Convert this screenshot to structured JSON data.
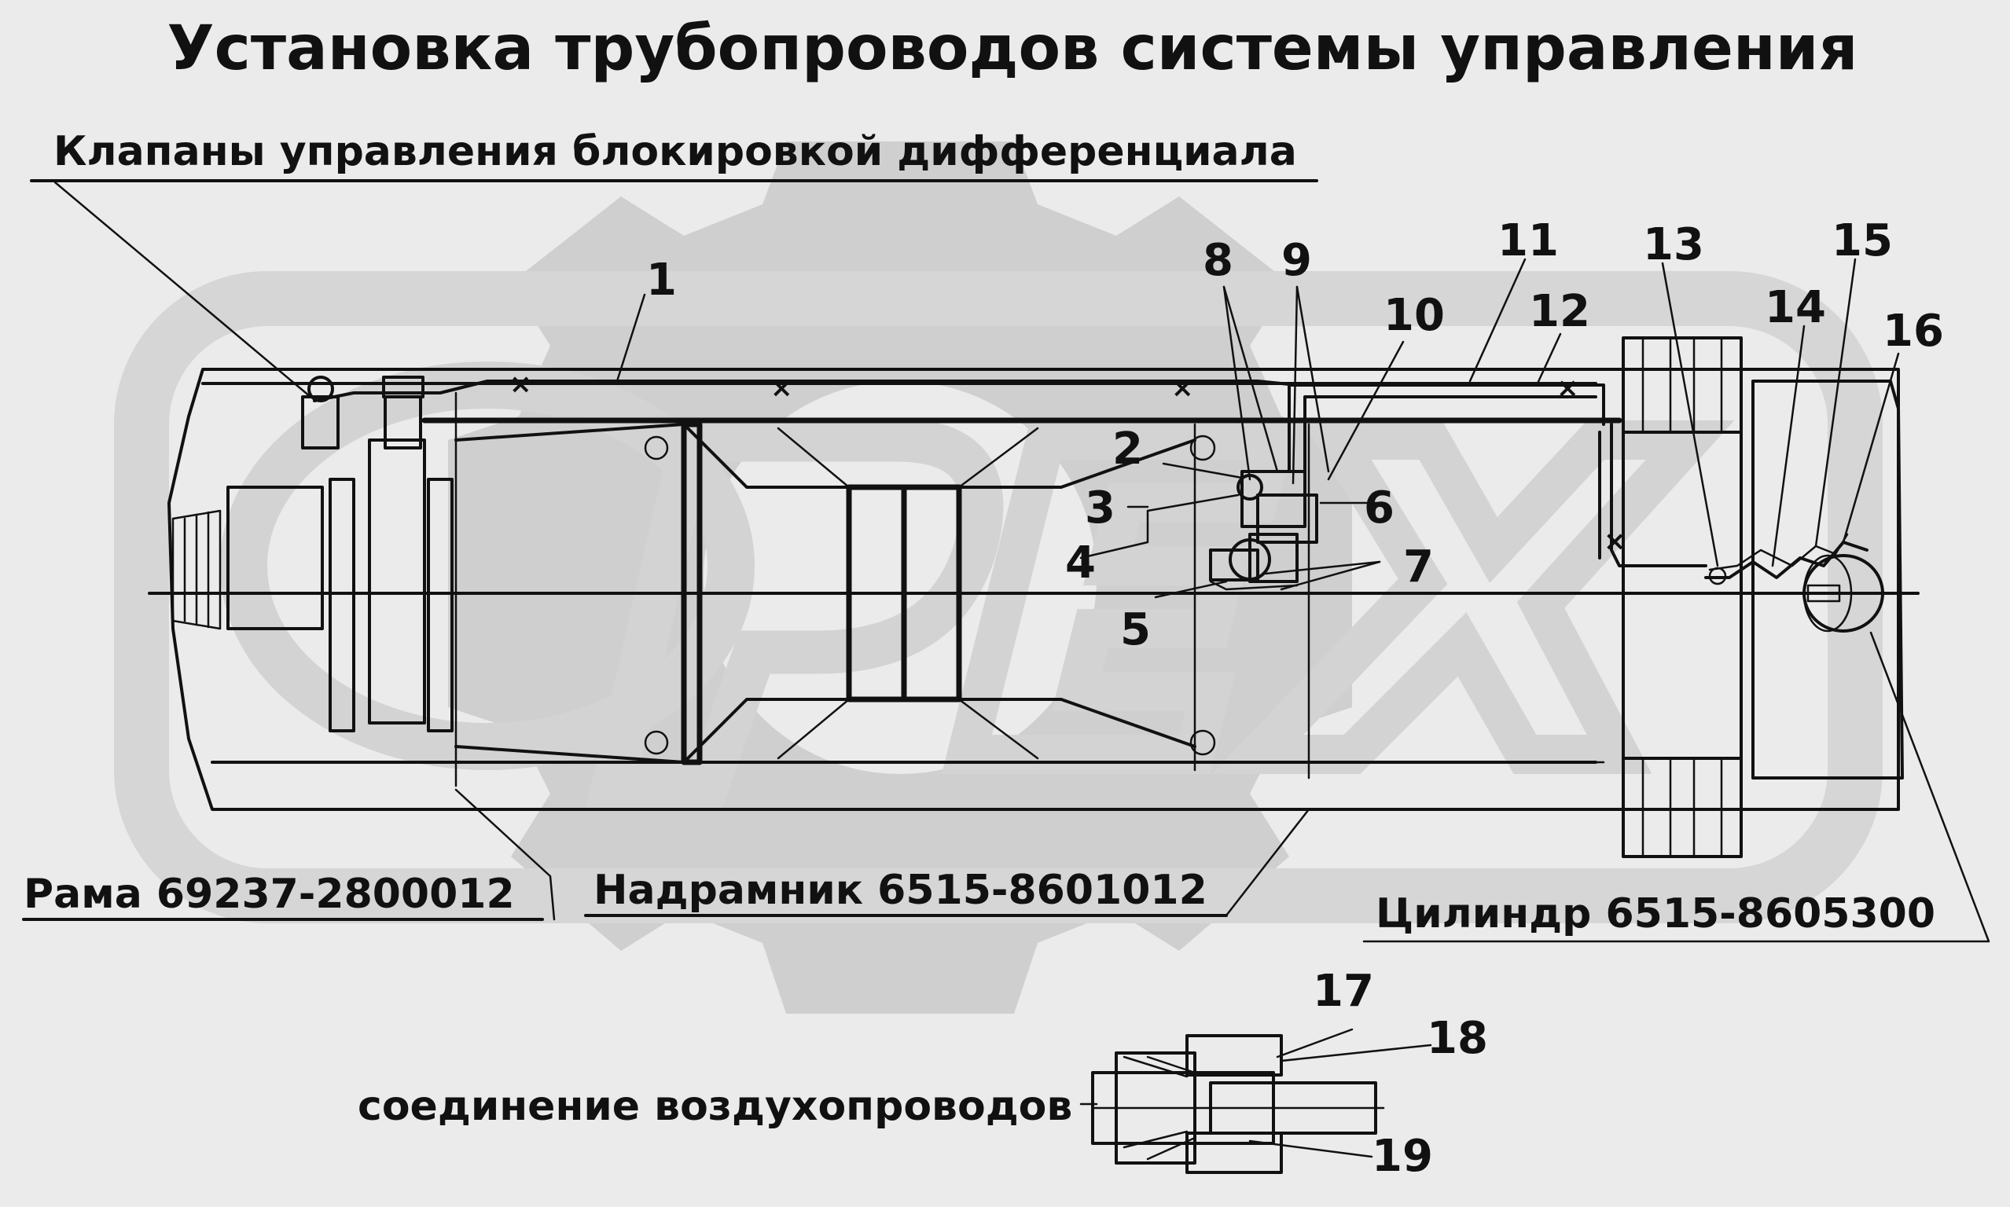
{
  "title": "Установка трубопроводов системы  управления",
  "labels": {
    "valves": "Клапаны управления блокировкой дифференциала",
    "frame": "Рама 69237-2800012",
    "subframe": "Надрамник 6515-8601012",
    "cylinder": "Цилиндр 6515-8605300",
    "air_connection": "соединение воздухопроводов"
  },
  "callouts": [
    "1",
    "2",
    "3",
    "4",
    "5",
    "6",
    "7",
    "8",
    "9",
    "10",
    "11",
    "12",
    "13",
    "14",
    "15",
    "16",
    "17",
    "18",
    "19"
  ],
  "colors": {
    "background": "#ebebeb",
    "ink": "#111111",
    "watermark": "#cfcfcf",
    "part_fill": "#e2e2e2"
  }
}
